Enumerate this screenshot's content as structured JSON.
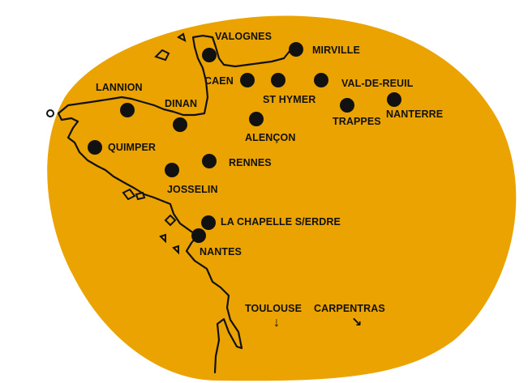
{
  "colors": {
    "background": "#ffffff",
    "region": "#eaa300",
    "ink": "#111111"
  },
  "cities": {
    "valognes": "VALOGNES",
    "mirville": "MIRVILLE",
    "caen": "CAEN",
    "val_de_reuil": "VAL-DE-REUIL",
    "st_hymer": "ST HYMER",
    "lannion": "LANNION",
    "dinan": "DINAN",
    "trappes": "TRAPPES",
    "nanterre": "NANTERRE",
    "alencon": "ALENÇON",
    "quimper": "QUIMPER",
    "rennes": "RENNES",
    "josselin": "JOSSELIN",
    "la_chapelle": "LA CHAPELLE S/ERDRE",
    "nantes": "NANTES"
  },
  "offmap": {
    "toulouse": {
      "label": "TOULOUSE",
      "direction": "south"
    },
    "carpentras": {
      "label": "CARPENTRAS",
      "direction": "south-east"
    }
  }
}
